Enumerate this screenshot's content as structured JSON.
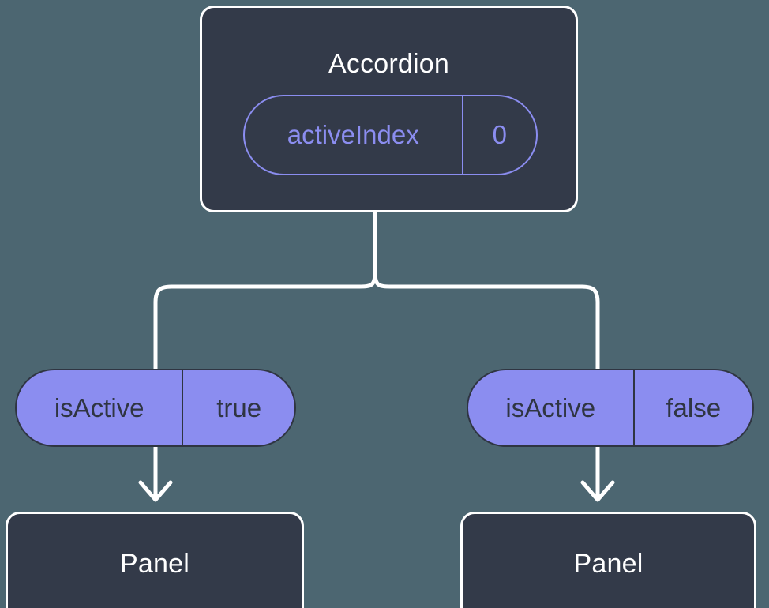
{
  "diagram": {
    "type": "component-state-tree",
    "background_color": "#4c6671",
    "node_fill": "#333a49",
    "node_border": "#ffffff",
    "accent_color": "#8b8df0",
    "edge_color": "#ffffff",
    "root": {
      "title": "Accordion",
      "state_pill": {
        "key": "activeIndex",
        "value": "0"
      }
    },
    "branches": [
      {
        "prop_pill": {
          "key": "isActive",
          "value": "true"
        },
        "child": {
          "title": "Panel"
        }
      },
      {
        "prop_pill": {
          "key": "isActive",
          "value": "false"
        },
        "child": {
          "title": "Panel"
        }
      }
    ]
  }
}
